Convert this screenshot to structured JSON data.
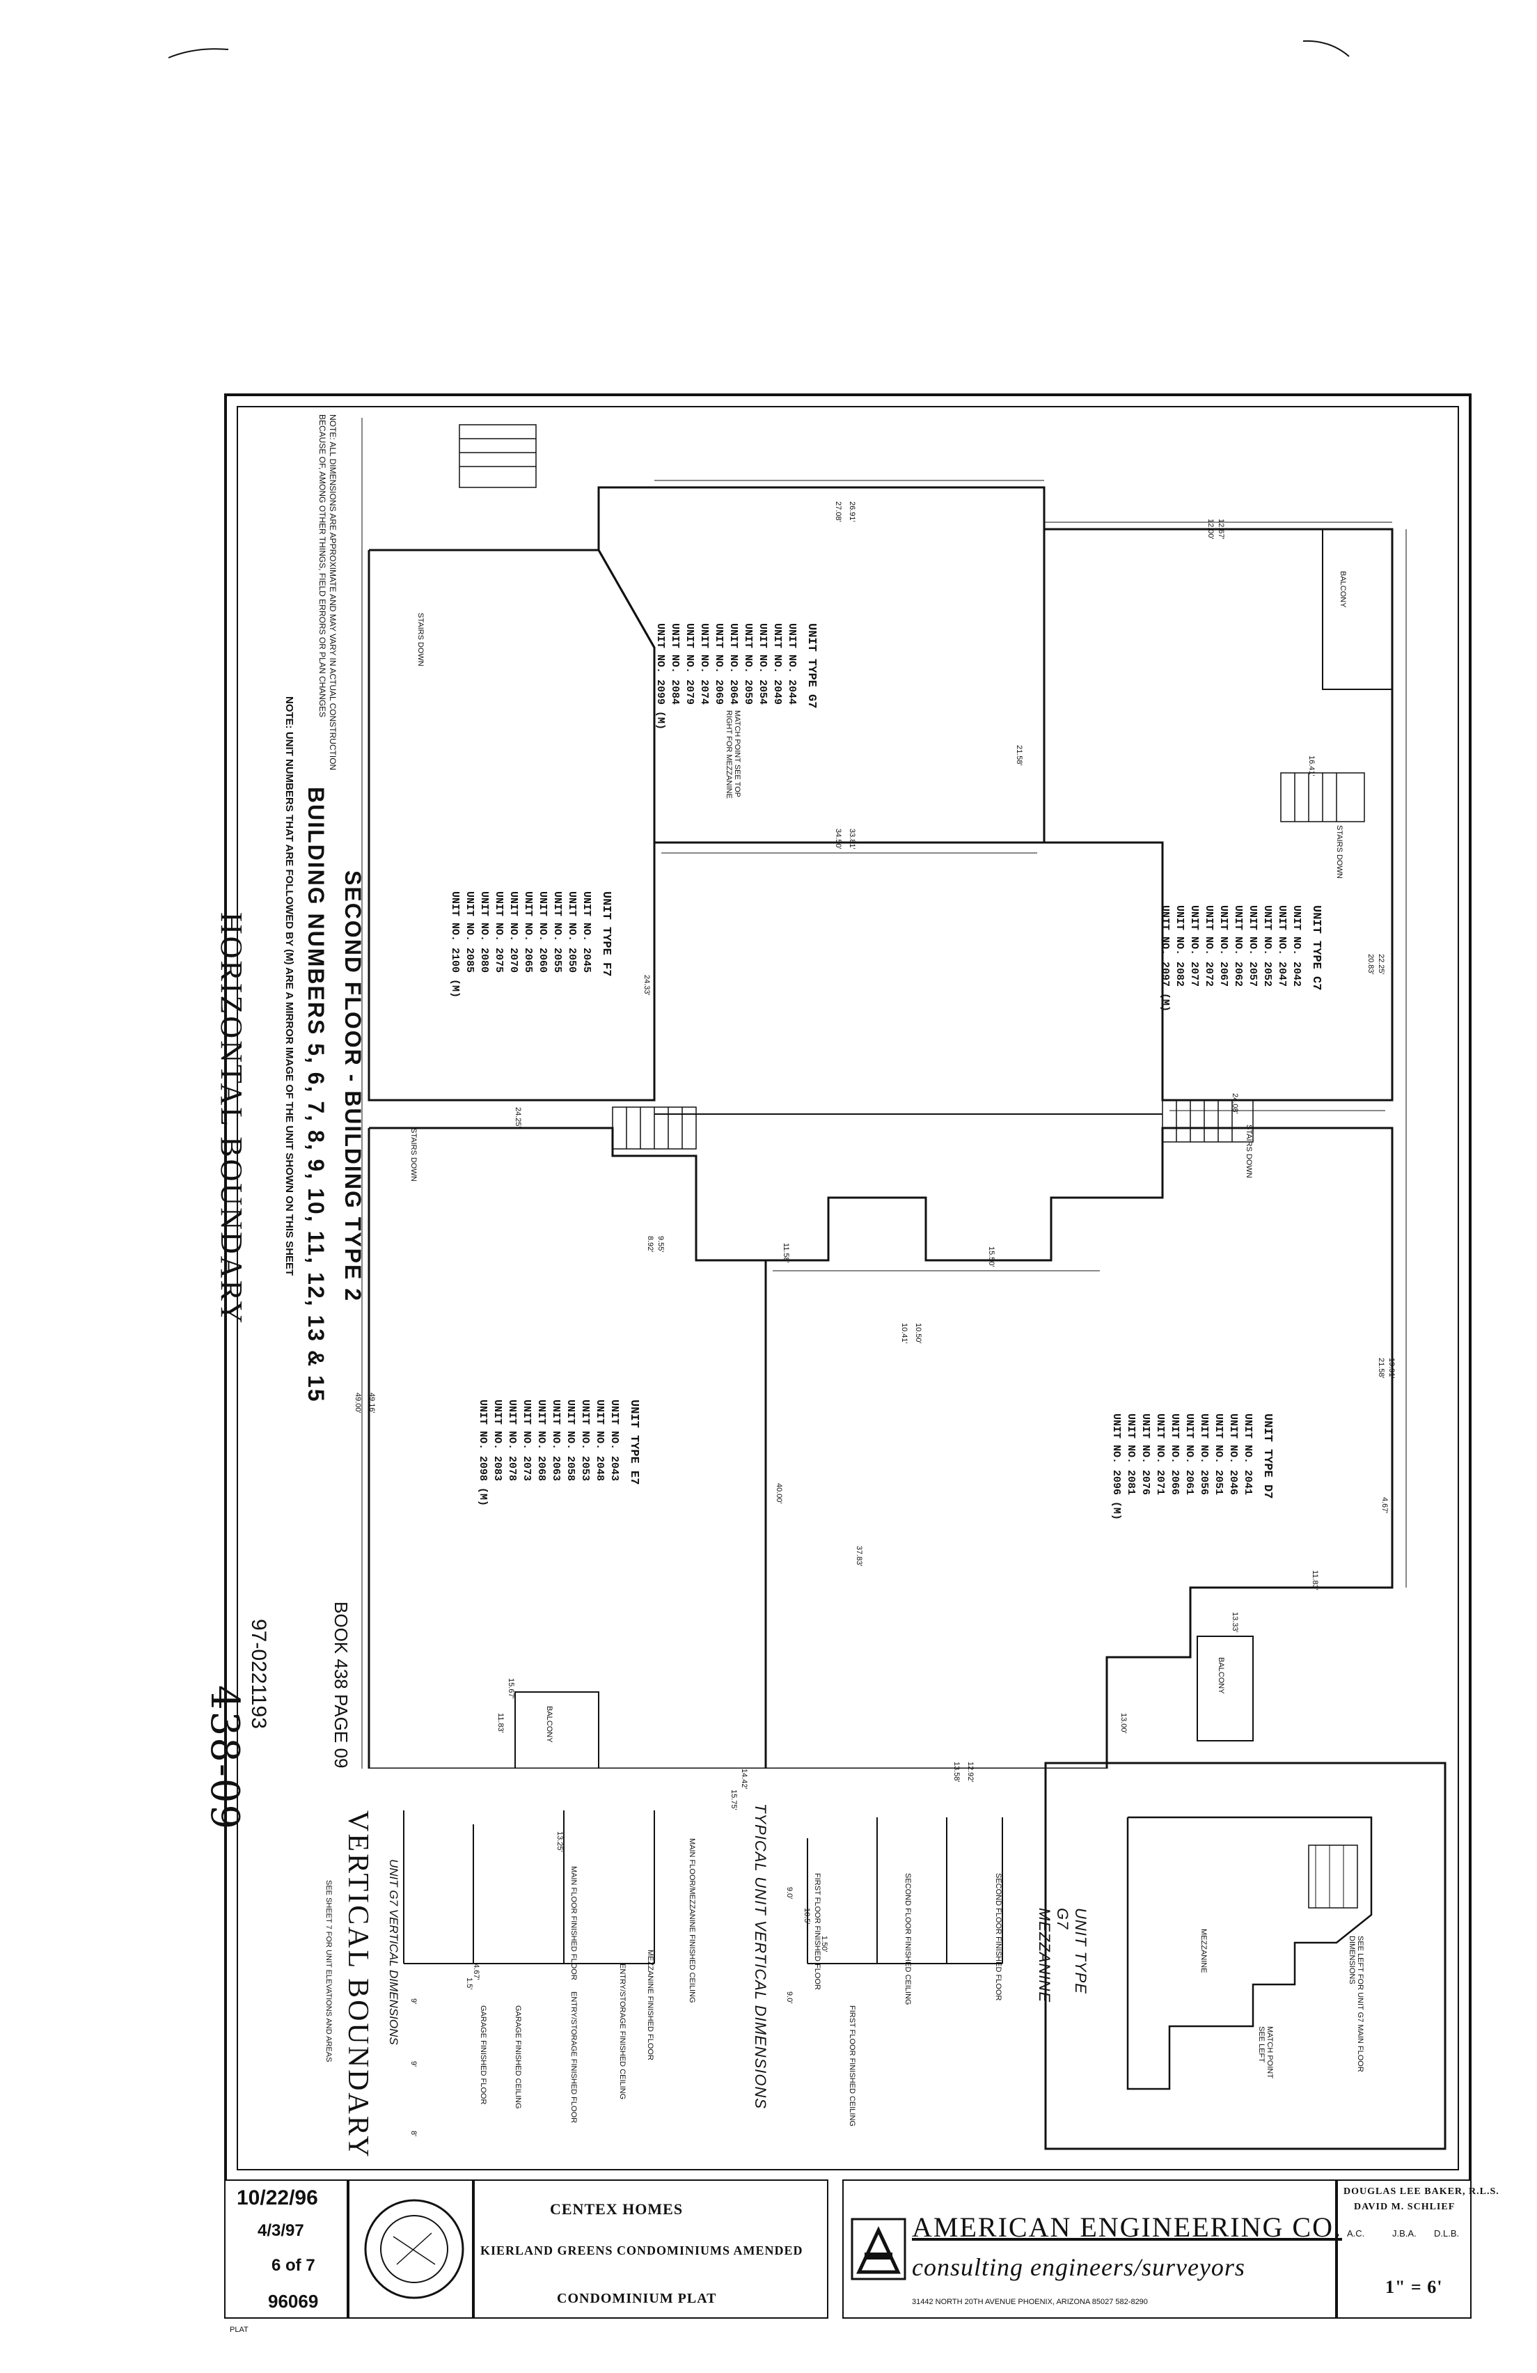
{
  "sheet": {
    "horizontal_boundary_label": "HORIZONTAL BOUNDARY",
    "vertical_boundary_label": "VERTICAL BOUNDARY",
    "handwritten_ref": "438-09",
    "recording_number": "97-0221193",
    "recording_book": "BOOK 438 PAGE 09"
  },
  "title": {
    "line1": "SECOND FLOOR - BUILDING TYPE 2",
    "line2": "BUILDING NUMBERS 5, 6, 7, 8, 9, 10, 11, 12, 13 & 15",
    "note": "NOTE: UNIT NUMBERS THAT ARE FOLLOWED BY (M) ARE A MIRROR IMAGE OF THE UNIT SHOWN ON THIS SHEET"
  },
  "units": {
    "g7_left": {
      "type": "UNIT TYPE G7",
      "numbers": [
        "UNIT NO. 2044",
        "UNIT NO. 2049",
        "UNIT NO. 2054",
        "UNIT NO. 2059",
        "UNIT NO. 2064",
        "UNIT NO. 2069",
        "UNIT NO. 2074",
        "UNIT NO. 2079",
        "UNIT NO. 2084",
        "UNIT NO. 2099 (M)"
      ]
    },
    "f7": {
      "type": "UNIT TYPE F7",
      "numbers": [
        "UNIT NO. 2045",
        "UNIT NO. 2050",
        "UNIT NO. 2055",
        "UNIT NO. 2060",
        "UNIT NO. 2065",
        "UNIT NO. 2070",
        "UNIT NO. 2075",
        "UNIT NO. 2080",
        "UNIT NO. 2085",
        "UNIT NO. 2100 (M)"
      ]
    },
    "c7": {
      "type": "UNIT TYPE C7",
      "numbers": [
        "UNIT NO. 2042",
        "UNIT NO. 2047",
        "UNIT NO. 2052",
        "UNIT NO. 2057",
        "UNIT NO. 2062",
        "UNIT NO. 2067",
        "UNIT NO. 2072",
        "UNIT NO. 2077",
        "UNIT NO. 2082",
        "UNIT NO. 2097 (M)"
      ]
    },
    "e7": {
      "type": "UNIT TYPE E7",
      "numbers": [
        "UNIT NO. 2043",
        "UNIT NO. 2048",
        "UNIT NO. 2053",
        "UNIT NO. 2058",
        "UNIT NO. 2063",
        "UNIT NO. 2068",
        "UNIT NO. 2073",
        "UNIT NO. 2078",
        "UNIT NO. 2083",
        "UNIT NO. 2098 (M)"
      ]
    },
    "d7": {
      "type": "UNIT TYPE D7",
      "numbers": [
        "UNIT NO. 2041",
        "UNIT NO. 2046",
        "UNIT NO. 2051",
        "UNIT NO. 2056",
        "UNIT NO. 2061",
        "UNIT NO. 2066",
        "UNIT NO. 2071",
        "UNIT NO. 2076",
        "UNIT NO. 2081",
        "UNIT NO. 2096 (M)"
      ]
    }
  },
  "annotations": {
    "stairs_down": "STAIRS DOWN",
    "balcony": "BALCONY",
    "mezzanine": "MEZZANINE",
    "match_point": "MATCH POINT SEE LEFT",
    "match_point_top": "MATCH POINT SEE TOP RIGHT FOR MEZZANINE",
    "unit_g7_mezz": "UNIT TYPE G7 MEZZANINE",
    "see_left": "SEE LEFT FOR UNIT G7 MAIN FLOOR DIMENSIONS",
    "dim_note": "NOTE: ALL DIMENSIONS ARE APPROXIMATE AND MAY VARY IN ACTUAL CONSTRUCTION BECAUSE OF, AMONG OTHER THINGS, FIELD ERRORS OR PLAN CHANGES"
  },
  "dims": {
    "d1": "26.91'",
    "d2": "27.08'",
    "d3": "33.81'",
    "d4": "34.50'",
    "d5": "24.25'",
    "d6": "24.33'",
    "d7": "49.16'",
    "d8": "49.00'",
    "d9": "40.00'",
    "d10": "37.83'",
    "d11": "15.50'",
    "d12": "10.50'",
    "d13": "10.41'",
    "d14": "13.33'",
    "d15": "13.00'",
    "d16": "12.92'",
    "d17": "13.58'",
    "d18": "15.67'",
    "d19": "11.83'",
    "d20": "14.42'",
    "d21": "15.75'",
    "d22": "12.67'",
    "d23": "12.00'",
    "d24": "21.58'",
    "d25": "22.25'",
    "d26": "20.83'",
    "d27": "24.08'",
    "d28": "11.58'",
    "d29": "9.55'",
    "d30": "8.92'",
    "d31": "16.41'",
    "d32": "19.91'",
    "d33": "21.58'",
    "d34": "4.67'",
    "d35": "11.83'"
  },
  "vertical": {
    "typical_title": "TYPICAL UNIT VERTICAL DIMENSIONS",
    "g7_title": "UNIT G7 VERTICAL DIMENSIONS",
    "see_sheet": "SEE SHEET 7 FOR UNIT ELEVATIONS AND AREAS",
    "levels": [
      "SECOND FLOOR FINISHED FLOOR",
      "SECOND FLOOR FINISHED CEILING",
      "FIRST FLOOR FINISHED FLOOR",
      "FIRST FLOOR FINISHED CEILING"
    ],
    "g7_levels": [
      "MAIN FLOOR/MEZZANINE FINISHED CEILING",
      "MEZZANINE FINISHED FLOOR",
      "MAIN FLOOR FINISHED FLOOR",
      "ENTRY/STORAGE FINISHED CEILING",
      "ENTRY/STORAGE FINISHED FLOOR",
      "GARAGE FINISHED CEILING",
      "GARAGE FINISHED FLOOR"
    ],
    "v_dims": [
      "9.0'",
      "10.5'",
      "1.50'",
      "9.0'",
      "13.25'",
      "4.67'",
      "1.5'",
      "9'",
      "9'",
      "8'"
    ]
  },
  "title_block": {
    "company": "AMERICAN ENGINEERING CO.",
    "subtitle": "consulting engineers/surveyors",
    "address": "31442 NORTH 20TH AVENUE    PHOENIX, ARIZONA  85027    582-8290",
    "surveyor": "DOUGLAS LEE BAKER, R.L.S.",
    "surveyor2": "DAVID M. SCHLIEF",
    "field_survey": "A.C.",
    "drawn": "J.B.A.",
    "checked": "D.L.B.",
    "scale": "1\" = 6'",
    "owner": "CENTEX HOMES",
    "project": "KIERLAND GREENS CONDOMINIUMS AMENDED",
    "plat": "CONDOMINIUM PLAT",
    "date1": "10/22/96",
    "date2": "4/3/97",
    "sheet": "6 of 7",
    "job": "96069",
    "plat_label": "PLAT"
  },
  "colors": {
    "ink": "#111111",
    "paper": "#ffffff"
  }
}
